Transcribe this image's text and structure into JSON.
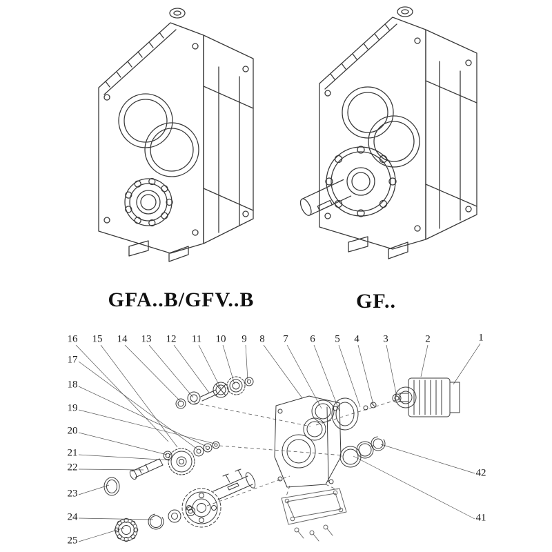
{
  "colors": {
    "ink": "#3a3a3a",
    "background": "#ffffff"
  },
  "models": {
    "left_label": "GFA..B/GFV..B",
    "right_label": "GF.."
  },
  "exploded": {
    "top": [
      "16",
      "15",
      "14",
      "13",
      "12",
      "11",
      "10",
      "9",
      "8",
      "7",
      "6",
      "5",
      "4",
      "3",
      "2",
      "1"
    ],
    "left": [
      "17",
      "18",
      "19",
      "20",
      "21",
      "22",
      "23",
      "24",
      "25"
    ],
    "right": [
      "42",
      "41"
    ]
  }
}
